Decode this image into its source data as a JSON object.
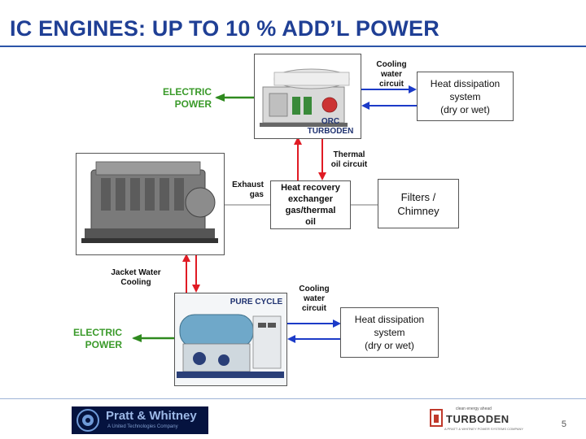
{
  "title": "IC ENGINES: UP TO 10 % ADD’L POWER",
  "orc": {
    "label": "ORC\nTURBODEN",
    "cooling_label": "Cooling\nwater\ncircuit",
    "heat_box": "Heat dissipation\nsystem\n(dry or wet)",
    "electric": "ELECTRIC\nPOWER"
  },
  "engine": {
    "exhaust_label": "Exhaust\ngas",
    "thermal_label": "Thermal\noil circuit",
    "jacket_label": "Jacket Water\nCooling"
  },
  "hr_box": "Heat recovery\nexchanger\ngas/thermal\noil",
  "filters_box": "Filters /\nChimney",
  "pure": {
    "label": "PURE CYCLE",
    "cooling_label": "Cooling\nwater\ncircuit",
    "heat_box": "Heat dissipation\nsystem\n(dry or wet)",
    "electric": "ELECTRIC\nPOWER"
  },
  "logos": {
    "pw_name": "Pratt & Whitney",
    "pw_sub": "A United Technologies Company",
    "tb_tagline": "clean energy ahead",
    "tb_name": "TURBODEN",
    "tb_sub": "A PRATT & WHITNEY POWER SYSTEMS COMPANY"
  },
  "page_number": "5",
  "colors": {
    "title": "#1f3f95",
    "red_arrow": "#e01b24",
    "blue_arrow": "#1c3bc8",
    "green_arrow": "#2f8a1f",
    "line_gray": "#777777"
  },
  "icons": [
    "orc-turbine-unit",
    "ic-engine",
    "pure-cycle-unit",
    "pratt-whitney-logo",
    "turboden-logo"
  ]
}
